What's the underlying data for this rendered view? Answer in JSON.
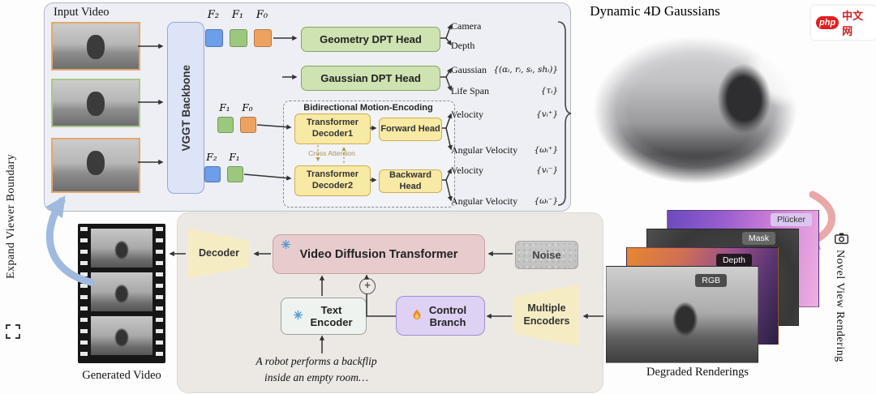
{
  "watermark": {
    "badge": "php",
    "text": "中文网"
  },
  "top_panel": {
    "input_video_label": "Input Video",
    "backbone": "VGGT Backbone",
    "tokens_top": [
      {
        "label": "F₂",
        "color": "#6d9eea"
      },
      {
        "label": "F₁",
        "color": "#9cc87e"
      },
      {
        "label": "F₀",
        "color": "#eda35f"
      }
    ],
    "tokens_fwd": [
      {
        "label": "F₁",
        "color": "#9cc87e"
      },
      {
        "label": "F₀",
        "color": "#eda35f"
      }
    ],
    "tokens_bwd": [
      {
        "label": "F₂",
        "color": "#6d9eea"
      },
      {
        "label": "F₁",
        "color": "#9cc87e"
      }
    ],
    "geometry_head": "Geometry DPT Head",
    "gaussian_head": "Gaussian DPT Head",
    "motion_box_title": "Bidirectional Motion-Encoding",
    "decoder1": "Transformer Decoder1",
    "forward_head": "Forward Head",
    "cross_attention": "Cross Attention",
    "decoder2": "Transformer Decoder2",
    "backward_head": "Backward Head",
    "outputs": [
      {
        "label": "Camera",
        "value": ""
      },
      {
        "label": "Depth",
        "value": ""
      },
      {
        "label": "Gaussian",
        "value": "{(αᵢ, rᵢ, sᵢ, shᵢ)}"
      },
      {
        "label": "Life Span",
        "value": "{τᵢ}"
      },
      {
        "label": "Velocity",
        "value": "{vᵢ⁺}"
      },
      {
        "label": "Angular Velocity",
        "value": "{ωᵢ⁺}"
      },
      {
        "label": "Velocity",
        "value": "{vᵢ⁻}"
      },
      {
        "label": "Angular Velocity",
        "value": "{ωᵢ⁻}"
      }
    ]
  },
  "gaussians": {
    "title": "Dynamic 4D Gaussians"
  },
  "right_side": {
    "novel_view": "Novel View Rendering"
  },
  "left_side": {
    "expand": "Expand Viewer Boundary"
  },
  "renderings": {
    "label": "Degraded Renderings",
    "layers": [
      {
        "label": "Plücker"
      },
      {
        "label": "Mask"
      },
      {
        "label": "Depth"
      },
      {
        "label": "RGB"
      }
    ]
  },
  "bottom_panel": {
    "vdt": "Video Diffusion Transformer",
    "noise": "Noise",
    "decoder": "Decoder",
    "text_encoder": "Text Encoder",
    "control_branch": "Control Branch",
    "multiple_encoders": "Multiple Encoders",
    "prompt_line1": "A robot performs a backflip",
    "prompt_line2": "inside an empty room…"
  },
  "generated": {
    "label": "Generated Video"
  },
  "icons": {
    "frozen": "snowflake",
    "trainable": "flame",
    "camera": "camera",
    "expand": "expand-corners",
    "add": "plus"
  }
}
